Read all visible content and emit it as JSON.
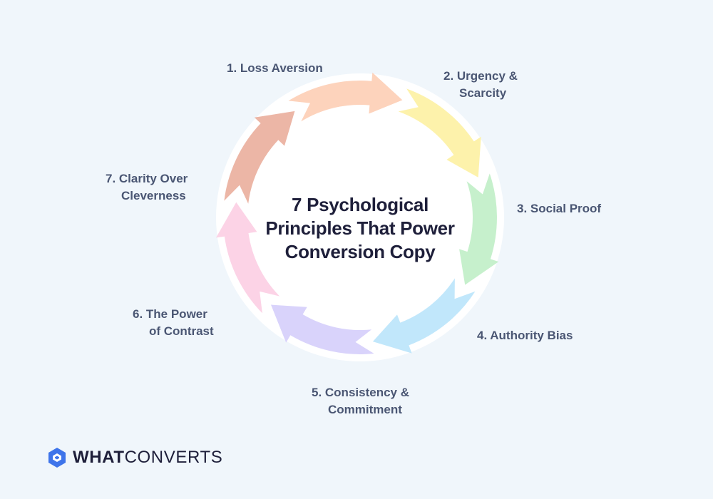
{
  "diagram": {
    "title_lines": [
      "7  Psychological",
      "Principles That Power",
      "Conversion Copy"
    ],
    "steps": [
      {
        "lines": [
          "1. Loss Aversion"
        ],
        "color": "#ecb6a6"
      },
      {
        "lines": [
          "2. Urgency &",
          "Scarcity"
        ],
        "color": "#fdd3bc"
      },
      {
        "lines": [
          "3. Social Proof"
        ],
        "color": "#fdf2ab"
      },
      {
        "lines": [
          "4. Authority Bias"
        ],
        "color": "#c6f0cc"
      },
      {
        "lines": [
          "5. Consistency &",
          "Commitment"
        ],
        "color": "#c1e7fb"
      },
      {
        "lines": [
          "6. The Power",
          "of Contrast"
        ],
        "color": "#d9d3fb"
      },
      {
        "lines": [
          "7. Clarity Over",
          "Cleverness"
        ],
        "color": "#fcd3e6"
      }
    ]
  },
  "logo": {
    "brand_bold": "WHAT",
    "brand_regular": "CONVERTS",
    "icon": "whatconverts-hexagon-icon",
    "color": "#3e74ea"
  }
}
